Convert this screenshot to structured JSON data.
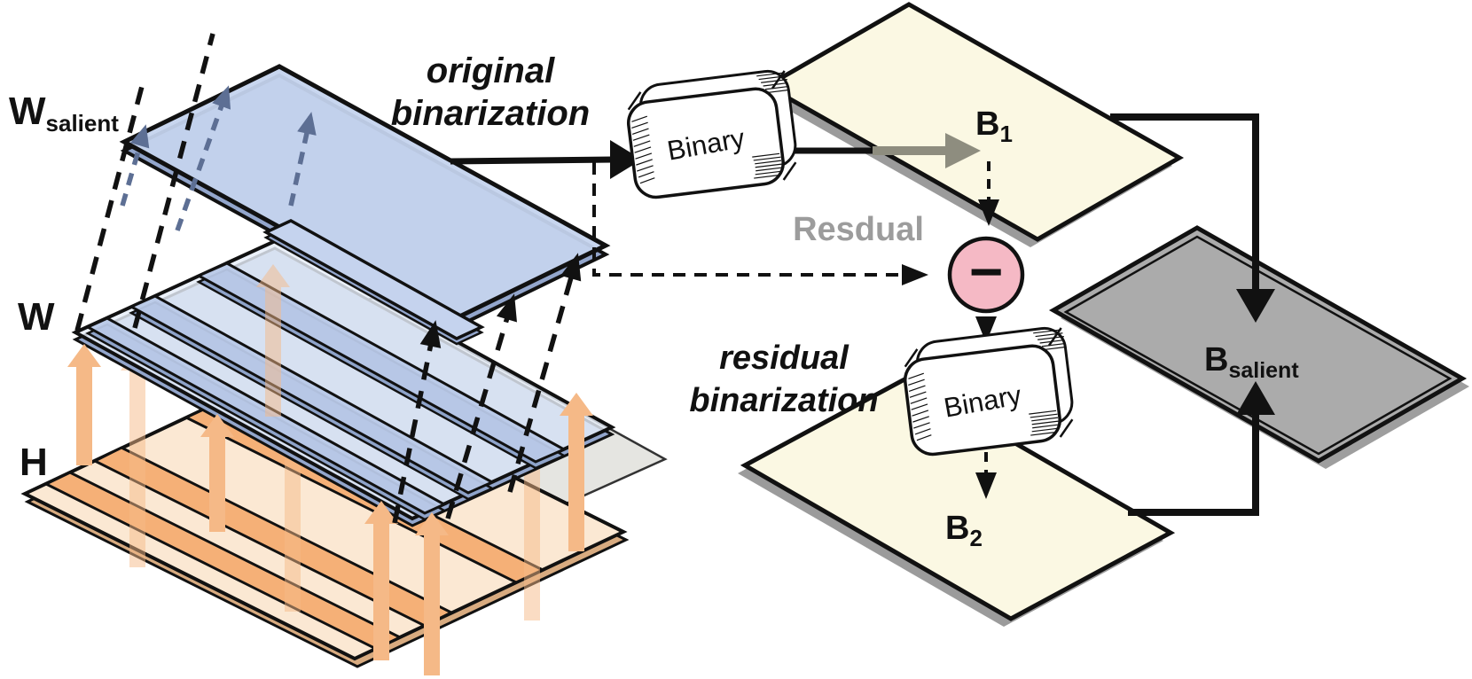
{
  "diagram": {
    "labels": {
      "w_salient": {
        "base": "W",
        "sub": "salient"
      },
      "w": "W",
      "h": "H",
      "original_binarization": [
        "original",
        "binarization"
      ],
      "residual_binarization": [
        "residual",
        "binarization"
      ],
      "binary": "Binary",
      "residual": "Resdual",
      "minus": "−",
      "b1": {
        "base": "B",
        "sub": "1"
      },
      "b2": {
        "base": "B",
        "sub": "2"
      },
      "b_salient": {
        "base": "B",
        "sub": "salient"
      }
    },
    "colors": {
      "w_salient_fill": "#c5d3ee",
      "w_fill": "#e7eef9",
      "w_stripe": "#b9c9e8",
      "blue_slab_edge": "#93a6cc",
      "h_fill": "#fbe8d3",
      "h_stripe": "#f5b077",
      "h_slab_edge": "#d8ab80",
      "orange_arrow": "#f5b987",
      "cream_plane": "#fbf8e3",
      "plane_shadow": "#9b9b9b",
      "gray_plane": "#ababab",
      "translucent_gray_plane": "#e0e0dc",
      "pink_circle": "#f5b9c5",
      "gray_text": "#9c9c9c",
      "olive_gray_arrow": "#8e8d7f",
      "dashed_blue_arrow": "#5d6f94",
      "line_black": "#111111"
    }
  }
}
